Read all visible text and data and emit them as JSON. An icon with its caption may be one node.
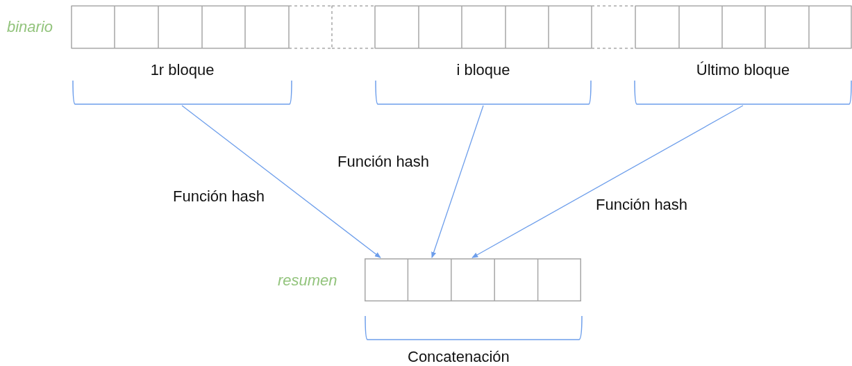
{
  "diagram": {
    "nodes": [
      {
        "text": [
          "1r bloque"
        ]
      },
      {
        "text": [
          "i bloque"
        ]
      },
      {
        "text": [
          "Último bloque"
        ]
      },
      {
        "text": [],
        "shape": "box",
        "beside": [
          "resumen"
        ]
      }
    ],
    "edges": [
      {
        "from": 0,
        "to": 3,
        "arrow": "to",
        "label": "Función hash"
      },
      {
        "from": 1,
        "to": 3,
        "arrow": "to",
        "label": "Función hash"
      },
      {
        "from": 2,
        "to": 3,
        "arrow": "to",
        "label": "Función hash"
      }
    ],
    "labels": [
      "binario",
      "Concatenación"
    ]
  }
}
